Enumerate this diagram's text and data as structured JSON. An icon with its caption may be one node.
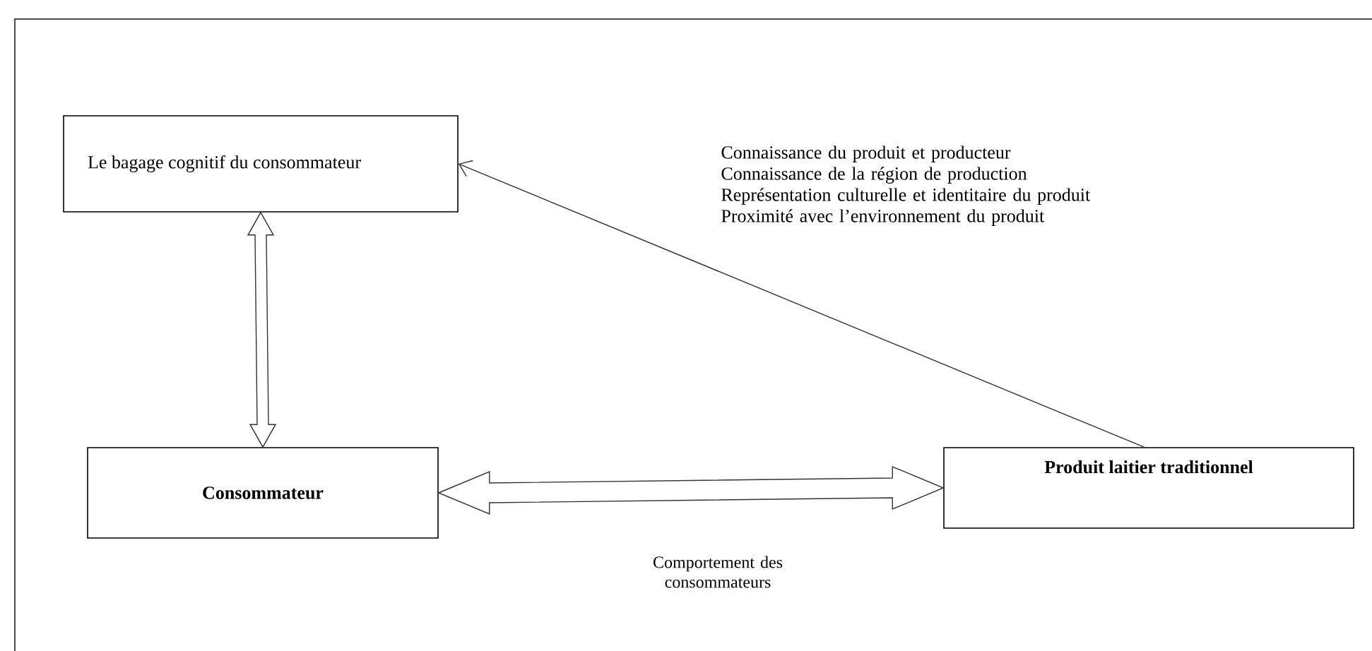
{
  "diagram": {
    "nodes": [
      {
        "text": [
          "Le bagage cognitif du consommateur"
        ]
      },
      {
        "text": [
          "Consommateur"
        ]
      },
      {
        "text": [
          "Produit laitier traditionnel"
        ]
      }
    ],
    "edges": [
      {
        "from": 0,
        "to": 1,
        "arrow": "both"
      },
      {
        "from": 1,
        "to": 2,
        "arrow": "both",
        "label": "Comportement des consommateurs"
      },
      {
        "from": 2,
        "to": 0,
        "arrow": "to"
      }
    ],
    "labels": [
      "Connaissance du produit et producteur",
      "Connaissance de la région de production",
      "Représentation culturelle et identitaire du produit",
      "Proximité avec l’environnement du produit"
    ]
  }
}
